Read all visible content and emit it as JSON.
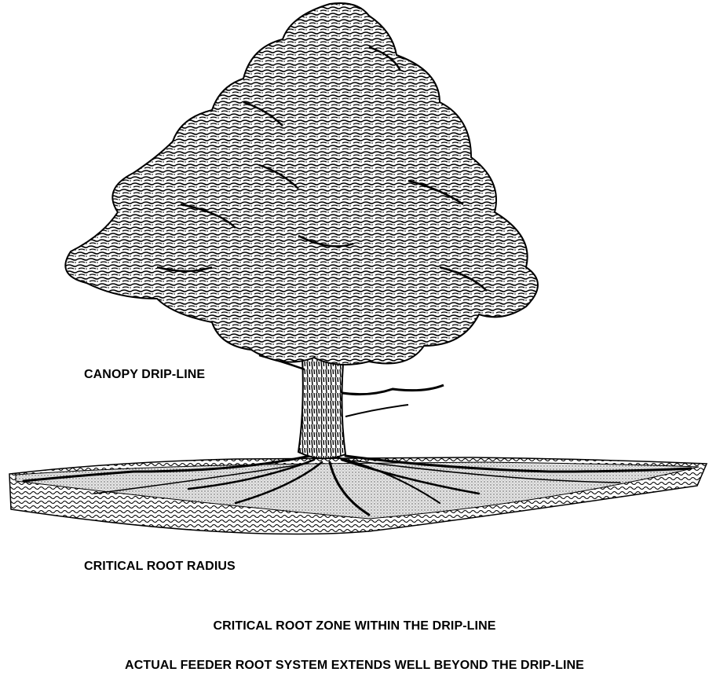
{
  "labels": {
    "canopy_drip_line": "CANOPY DRIP-LINE",
    "critical_root_radius": "CRITICAL ROOT RADIUS",
    "critical_root_zone": "CRITICAL ROOT ZONE WITHIN THE DRIP-LINE",
    "feeder_root_system": "ACTUAL FEEDER ROOT SYSTEM EXTENDS WELL BEYOND THE DRIP-LINE"
  },
  "colors": {
    "ink": "#000000",
    "background": "#ffffff",
    "soil_light": "#cfcfcf"
  },
  "illustration": {
    "subject": "tree-with-canopy-trunk-roots-and-soil-layer"
  }
}
